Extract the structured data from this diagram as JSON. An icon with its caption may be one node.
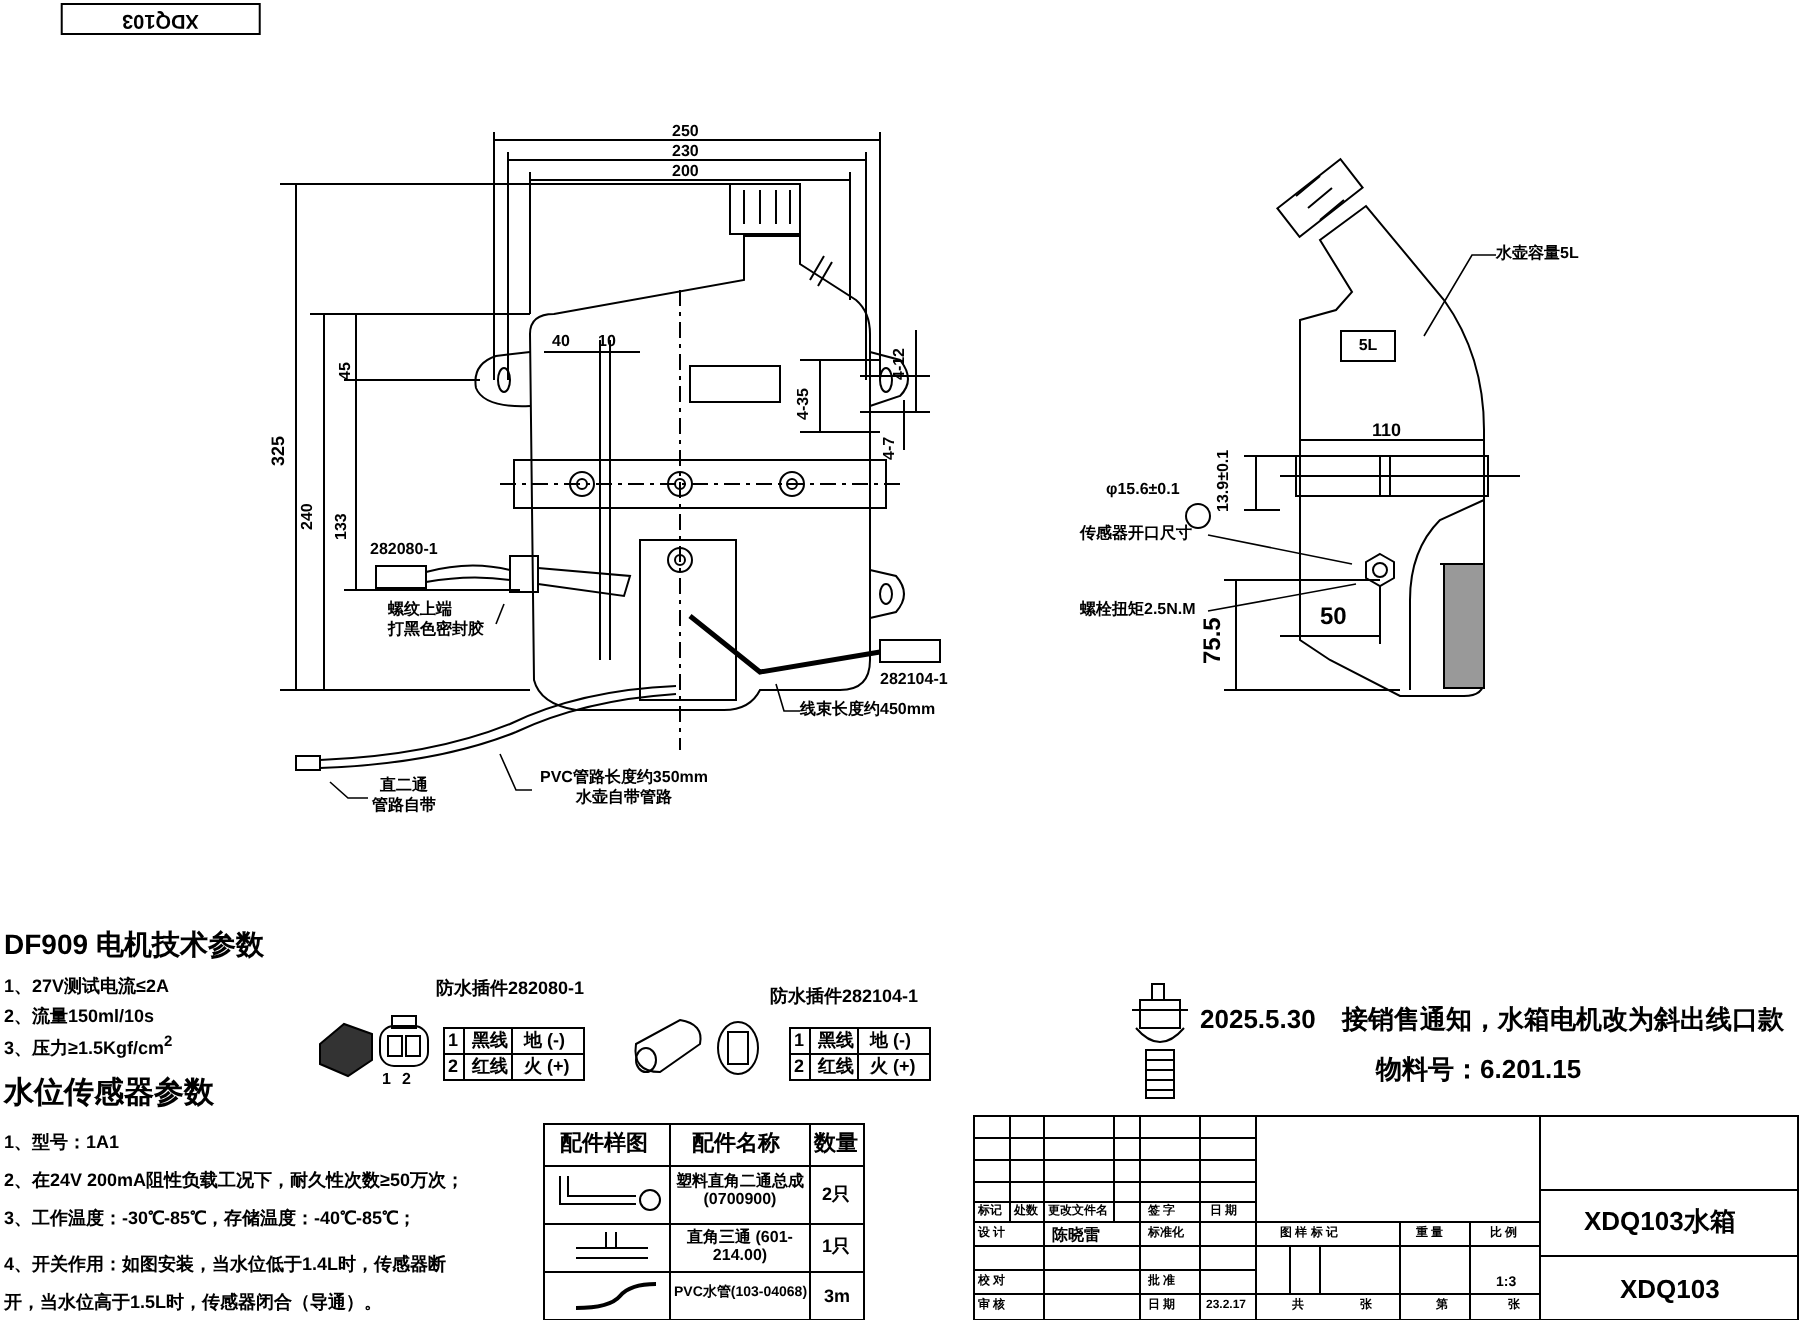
{
  "diagram": {
    "nodes": [
      {
        "text": [
          "螺纹上端",
          "打黑色密封胶"
        ]
      },
      {
        "text": [
          "线束长度约450mm"
        ]
      },
      {
        "text": [
          "PVC管路长度约350mm",
          "水壶自带管路"
        ]
      },
      {
        "text": [
          "直二通",
          "管路自带"
        ]
      },
      {
        "text": [
          "水壶容量5L"
        ]
      },
      {
        "text": [
          "5L"
        ]
      },
      {
        "text": [
          "传感器开口尺寸"
        ]
      },
      {
        "text": [
          "螺栓扭矩2.5N.M"
        ]
      }
    ],
    "edges": [
      {
        "from": 0,
        "to": null,
        "arrow": "none"
      },
      {
        "from": 1,
        "to": null,
        "arrow": "none"
      },
      {
        "from": 2,
        "to": null,
        "arrow": "none"
      },
      {
        "from": 3,
        "to": null,
        "arrow": "none"
      },
      {
        "from": 4,
        "to": null,
        "arrow": "none"
      },
      {
        "from": 6,
        "to": null,
        "arrow": "none"
      },
      {
        "from": 7,
        "to": null,
        "arrow": "none"
      }
    ],
    "labels": [
      "250",
      "230",
      "200",
      "325",
      "240",
      "133",
      "45",
      "40",
      "10",
      "4-35",
      "4-12",
      "4-7",
      "282080-1",
      "282104-1",
      "110",
      "φ15.6±0.1",
      "13.9±0.1",
      "75.5",
      "50",
      "XDQ103",
      "DF909 电机技术参数",
      "1、27V测试电流≤2A",
      "2、流量150ml/10s",
      "3、压力≥1.5Kgf/cm$^{2}$",
      "水位传感器参数",
      "1、型号：1A1",
      "2、在24V 200mA阻性负载工况下，耐久性次数≥50万次；",
      "3、工作温度：-30℃-85℃，存储温度：-40℃-85℃；",
      "4、开关作用：如图安装，当水位低于1.4L时，传感器断开，当水位高于1.5L时，传感器闭合（导通）。",
      "防水插件282080-1",
      "1",
      "2",
      "1",
      "黑线",
      "地 (-)",
      "2",
      "红线",
      "火 (+)",
      "防水插件282104-1",
      "1",
      "黑线",
      "地 (-)",
      "2",
      "红线",
      "火 (+)",
      "配件样图",
      "配件名称",
      "数量",
      "塑料直角二通总成 (0700900)",
      "2只",
      "直角三通 (601-214.00)",
      "1只",
      "PVC水管(103-04068)",
      "3m",
      "2025.5.30　接销售通知，水箱电机改为斜出线口款",
      "物料号：6.201.15",
      "标记",
      "处数",
      "更改文件名",
      "签 字",
      "日 期",
      "设 计",
      "陈晓雷",
      "标准化",
      "图 样 标 记",
      "重 量",
      "比 例",
      "校 对",
      "批 准",
      "1:3",
      "审 核",
      "日 期",
      "23.2.17",
      "共",
      "张",
      "第",
      "张",
      "XDQ103水箱",
      "XDQ103"
    ]
  }
}
